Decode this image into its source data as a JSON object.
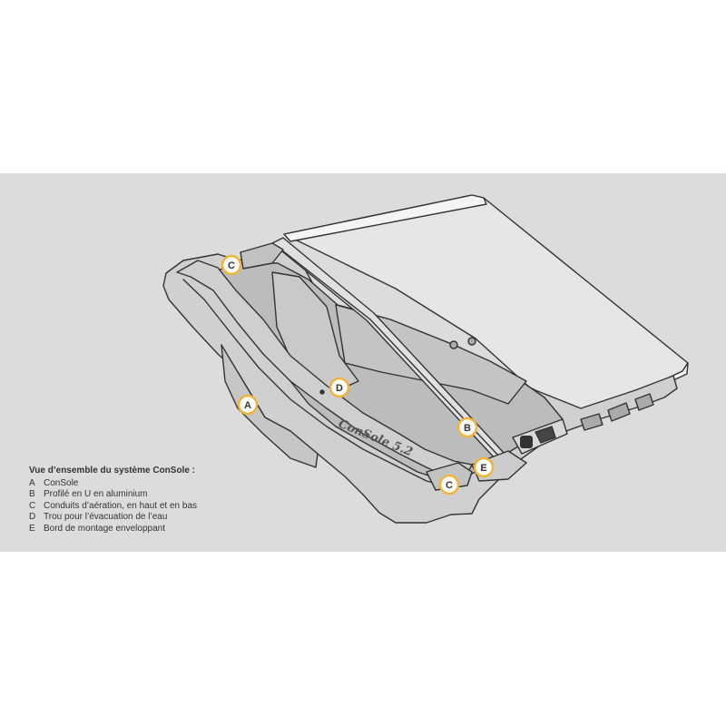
{
  "badges": {
    "a": "A",
    "b": "B",
    "c_top": "C",
    "c_bottom": "C",
    "d": "D",
    "e": "E"
  },
  "emboss_text": "ConSole 5.2",
  "legend": {
    "title": "Vue d’ensemble du système ConSole :",
    "items": [
      {
        "key": "A",
        "text": "ConSole"
      },
      {
        "key": "B",
        "text": "Profilé en U en aluminium"
      },
      {
        "key": "C",
        "text": "Conduits d’aération, en haut et en bas"
      },
      {
        "key": "D",
        "text": "Trou pour l’évacuation de l’eau"
      },
      {
        "key": "E",
        "text": "Bord de montage enveloppant"
      }
    ]
  },
  "colors": {
    "panel_background": "#dcdcdc",
    "badge_ring": "#f0b43c",
    "line_art": "#333333"
  }
}
